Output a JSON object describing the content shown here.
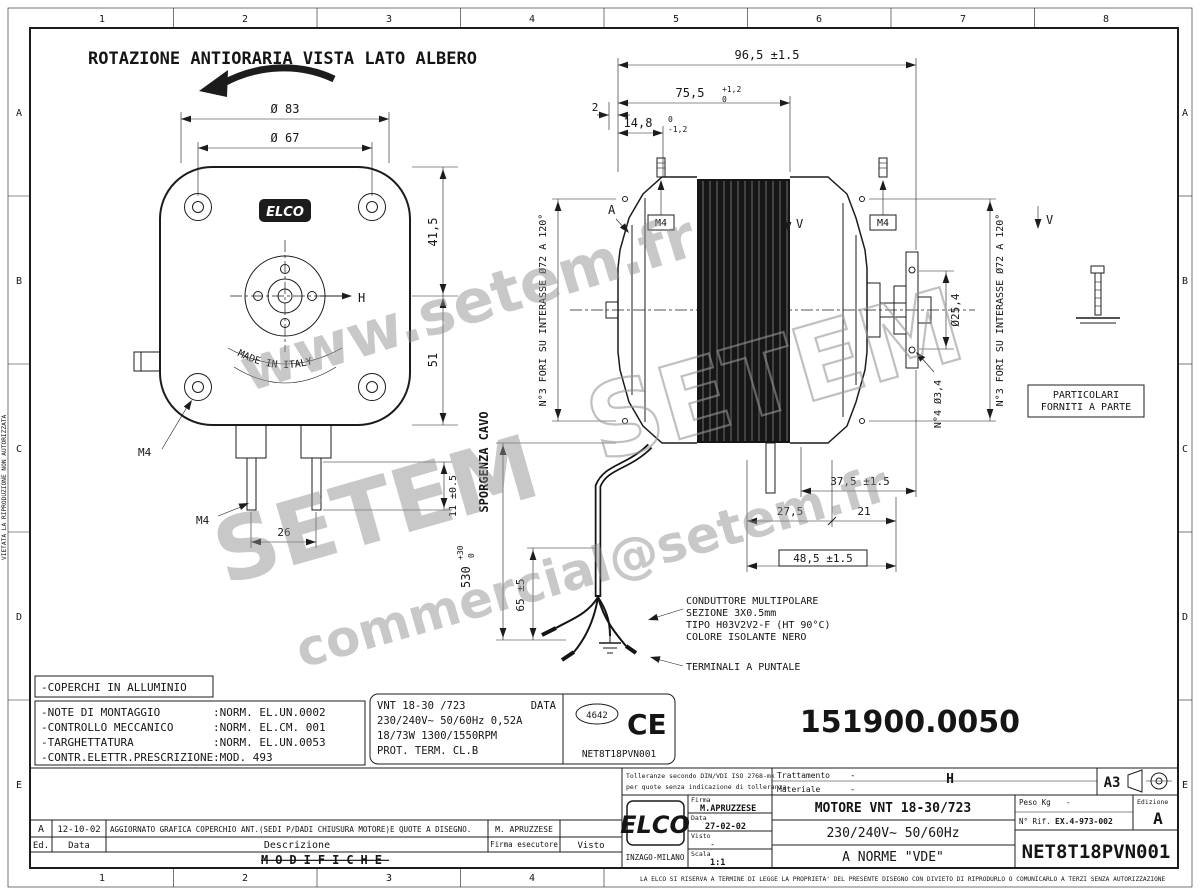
{
  "frame": {
    "cols": [
      "1",
      "2",
      "3",
      "4",
      "5",
      "6",
      "7",
      "8"
    ],
    "rows": [
      "A",
      "B",
      "C",
      "D",
      "E"
    ],
    "side_note": "VIETATA LA RIPRODUZIONE NON AUTORIZZATA",
    "legal": "LA ELCO SI RISERVA A TERMINE DI LEGGE LA PROPRIETA' DEL PRESENTE DISEGNO CON DIVIETO DI RIPRODURLO O COMUNICARLO A TERZI SENZA AUTORIZZAZIONE"
  },
  "heading": "ROTAZIONE ANTIORARIA VISTA LATO ALBERO",
  "watermark": {
    "w1": "www.setem.fr",
    "w2": "SETEM",
    "w3": "SETEM",
    "w4": "commercial@setem.fr"
  },
  "front": {
    "dia83": "Ø 83",
    "dia67": "Ø 67",
    "h41": "41,5",
    "h51": "51",
    "m4a": "M4",
    "m4b": "M4",
    "w26": "26",
    "pin": "11 ±0.5",
    "logo": "ELCO",
    "made": "MADE IN ITALY",
    "h": "H"
  },
  "side": {
    "len96": "96,5 ±1.5",
    "len75": "75,5",
    "len75tolu": "+1,2",
    "len75told": "0",
    "len14": "14,8",
    "len14tolu": "0",
    "len14told": "-1,2",
    "len2": "2",
    "m4l": "M4",
    "m4r": "M4",
    "a": "A",
    "v1": "V",
    "v2": "V",
    "foril": "N°3 FORI SU INTERASSE Ø72 A 120°",
    "forir": "N°3 FORI SU INTERASSE Ø72 A 120°",
    "dia25": "Ø25,4",
    "n4": "N°4 Ø3,4",
    "d37": "37,5 ±1.5",
    "d27": "27,5",
    "d21": "21",
    "d48": "48,5 ±1.5",
    "sporgenza": "SPORGENZA CAVO",
    "d530": "530",
    "d530tolu": "+30",
    "d530told": "0",
    "d65": "65 ±5",
    "part1": "PARTICOLARI",
    "part2": "FORNITI A PARTE"
  },
  "cable_note": {
    "l1": "CONDUTTORE MULTIPOLARE",
    "l2": "SEZIONE 3X0.5mm",
    "l3": "TIPO H03V2V2-F (HT 90°C)",
    "l4": "COLORE ISOLANTE NERO",
    "terminals": "TERMINALI A PUNTALE"
  },
  "notes": {
    "coperchi": "-COPERCHI IN ALLUMINIO",
    "r1l": "-NOTE DI MONTAGGIO",
    "r1v": ":NORM. EL.UN.0002",
    "r2l": "-CONTROLLO MECCANICO",
    "r2v": ":NORM. EL.CM. 001",
    "r3l": "-TARGHETTATURA",
    "r3v": ":NORM. EL.UN.0053",
    "r4l": "-CONTR.ELETTR.PRESCRIZIONE",
    "r4v": ":MOD.        493"
  },
  "plate": {
    "l1a": "VNT 18-30 /723",
    "l1b": "DATA",
    "l2": "230/240V~ 50/60Hz  0,52A",
    "l3": "18/73W  1300/1550RPM",
    "l4": "PROT. TERM.  CL.B",
    "cert": "4642",
    "ce": "CE",
    "code": "NET8T18PVN001"
  },
  "part_number": "151900.0050",
  "tb": {
    "tol1": "Tolleranze secondo DIN/VDI ISO 2768-mk",
    "tol2": "per quote senza indicazione di tolleranza",
    "trat_l": "Trattamento",
    "trat_v": "-",
    "mat_l": "Materiale",
    "mat_v": "-",
    "h": "H",
    "fmt": "A3",
    "firma_l": "Firma",
    "firma_v": "M.APRUZZESE",
    "data_l": "Data",
    "data_v": "27-02-02",
    "visto_l": "Visto",
    "visto_v": "-",
    "scala_l": "Scala",
    "scala_v": "1:1",
    "logo": "ELCO",
    "logo_sub": "INZAGO-MILANO",
    "t1": "MOTORE VNT 18-30/723",
    "t2": "230/240V~ 50/60Hz",
    "t3": "A NORME \"VDE\"",
    "peso_l": "Peso Kg",
    "peso_v": "-",
    "rif_l": "N° Rif.",
    "rif_v": "EX.4-973-002",
    "ed_l": "Edizione",
    "ed_v": "A",
    "code": "NET8T18PVN001"
  },
  "rev": {
    "ed": "A",
    "date": "12-10-02",
    "desc": "AGGIORNATO GRAFICA COPERCHIO ANT.(SEDI P/DADI CHIUSURA MOTORE)E QUOTE A DISEGNO.",
    "firma": "M. APRUZZESE",
    "h_ed": "Ed.",
    "h_date": "Data",
    "h_desc": "Descrizione",
    "h_firma": "Firma esecutore",
    "h_visto": "Visto",
    "title": "MODIFICHE"
  }
}
